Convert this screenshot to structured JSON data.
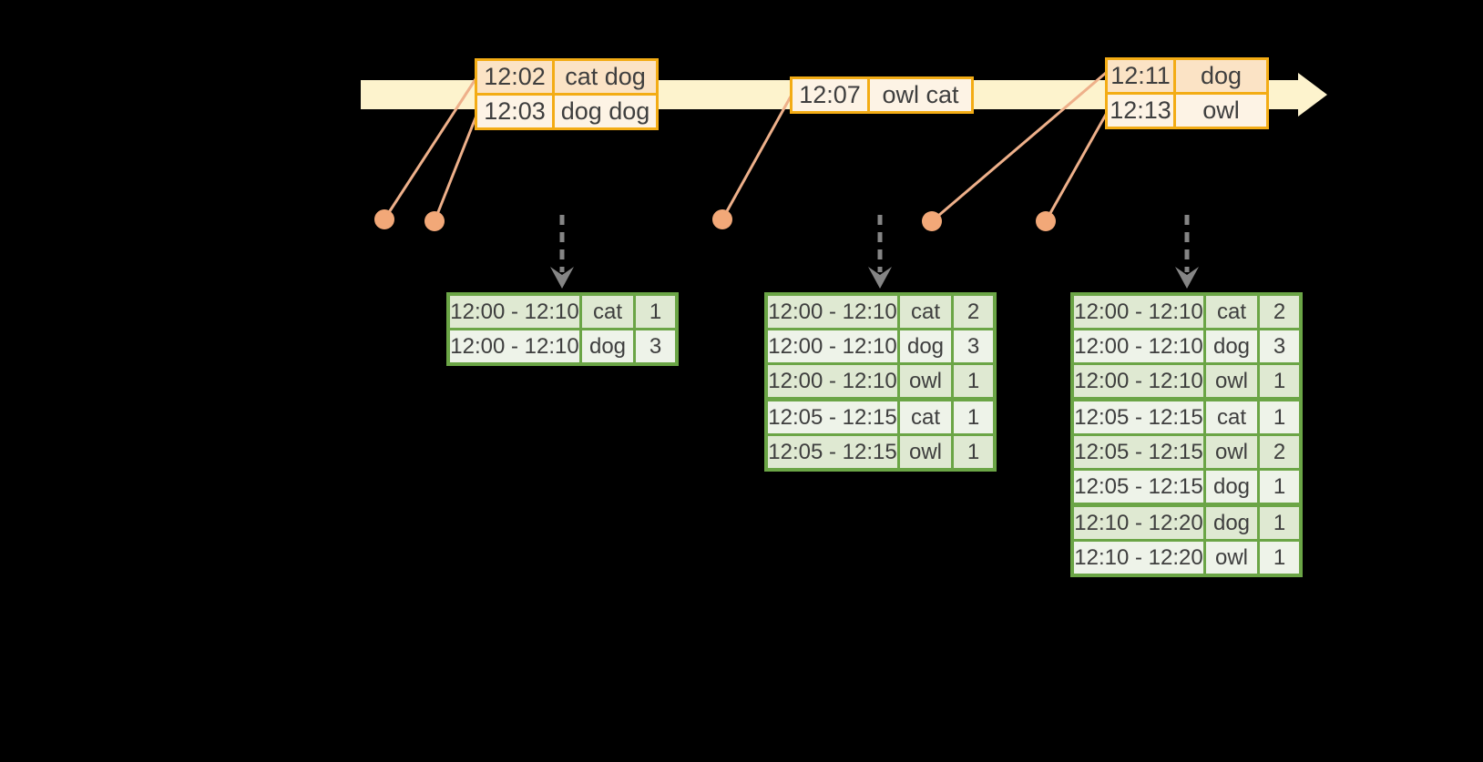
{
  "colors": {
    "background": "#000000",
    "timeline_fill": "#fdf3cd",
    "event_border": "#f3ac15",
    "event_row_dark": "#fbe3c5",
    "event_row_light": "#fdf3e5",
    "result_border": "#6ba546",
    "result_row_dark": "#dfe9d2",
    "result_row_light": "#eef3e9",
    "marker": "#f2a878",
    "connector": "#eeb08a",
    "arrow": "#858585",
    "text": "#3e3e3e"
  },
  "event_tables": [
    {
      "name": "events-at-12-02",
      "rows": [
        {
          "time": "12:02",
          "words": "cat dog",
          "tone": "dark"
        },
        {
          "time": "12:03",
          "words": "dog dog",
          "tone": "light"
        }
      ]
    },
    {
      "name": "events-at-12-07",
      "rows": [
        {
          "time": "12:07",
          "words": "owl cat",
          "tone": "light"
        }
      ]
    },
    {
      "name": "events-at-12-11",
      "rows": [
        {
          "time": "12:11",
          "words": "dog",
          "tone": "dark"
        },
        {
          "time": "12:13",
          "words": "owl",
          "tone": "light"
        }
      ]
    }
  ],
  "result_tables": [
    {
      "name": "result-table-1",
      "rows": [
        {
          "window": "12:00 - 12:10",
          "word": "cat",
          "count": "1"
        },
        {
          "window": "12:00 - 12:10",
          "word": "dog",
          "count": "3"
        }
      ]
    },
    {
      "name": "result-table-2",
      "rows": [
        {
          "window": "12:00 - 12:10",
          "word": "cat",
          "count": "2"
        },
        {
          "window": "12:00 - 12:10",
          "word": "dog",
          "count": "3"
        },
        {
          "window": "12:00 - 12:10",
          "word": "owl",
          "count": "1"
        },
        {
          "window": "12:05 - 12:15",
          "word": "cat",
          "count": "1"
        },
        {
          "window": "12:05 - 12:15",
          "word": "owl",
          "count": "1"
        }
      ]
    },
    {
      "name": "result-table-3",
      "rows": [
        {
          "window": "12:00 - 12:10",
          "word": "cat",
          "count": "2"
        },
        {
          "window": "12:00 - 12:10",
          "word": "dog",
          "count": "3"
        },
        {
          "window": "12:00 - 12:10",
          "word": "owl",
          "count": "1"
        },
        {
          "window": "12:05 - 12:15",
          "word": "cat",
          "count": "1"
        },
        {
          "window": "12:05 - 12:15",
          "word": "owl",
          "count": "2"
        },
        {
          "window": "12:05 - 12:15",
          "word": "dog",
          "count": "1"
        },
        {
          "window": "12:10 - 12:20",
          "word": "dog",
          "count": "1"
        },
        {
          "window": "12:10 - 12:20",
          "word": "owl",
          "count": "1"
        }
      ]
    }
  ]
}
